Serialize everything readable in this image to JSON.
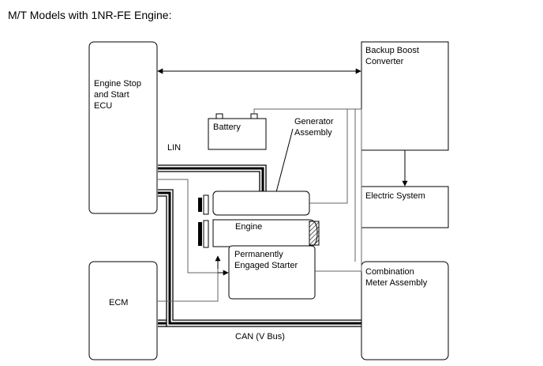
{
  "title": "M/T Models with 1NR-FE Engine:",
  "blocks": {
    "stop_start_ecu": [
      "Engine Stop",
      "and Start",
      "ECU"
    ],
    "backup_boost": [
      "Backup Boost",
      "Converter"
    ],
    "battery": "Battery",
    "generator": [
      "Generator",
      "Assembly"
    ],
    "engine": "Engine",
    "starter": [
      "Permanently",
      "Engaged Starter"
    ],
    "electric_system": "Electric System",
    "ecm": "ECM",
    "combination_meter": [
      "Combination",
      "Meter Assembly"
    ]
  },
  "bus_labels": {
    "lin": "LIN",
    "can": "CAN (V Bus)"
  }
}
